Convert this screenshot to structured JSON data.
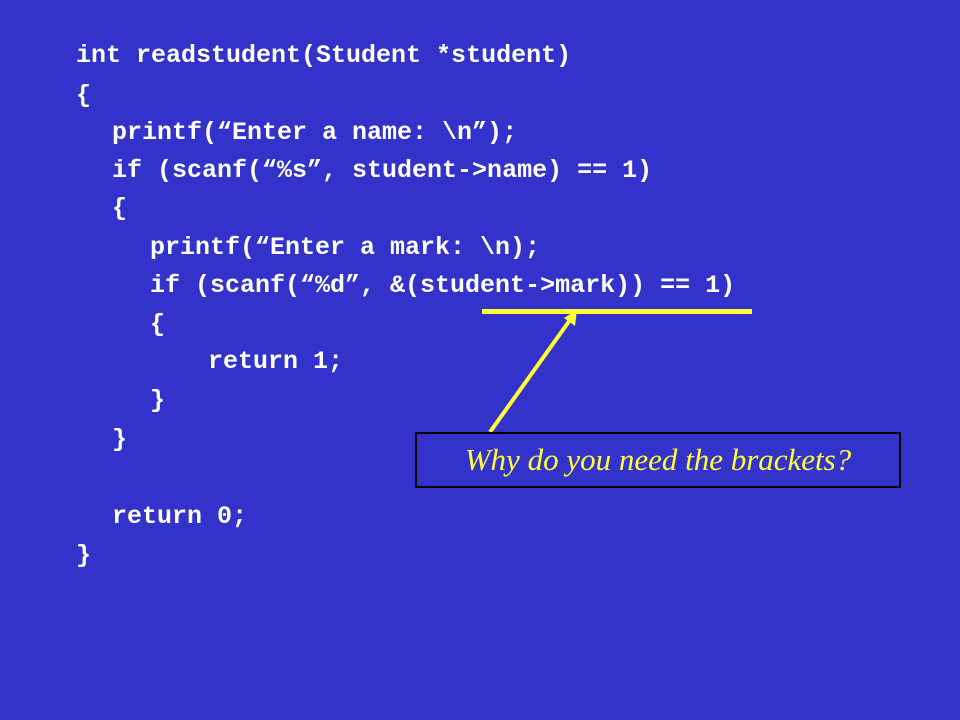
{
  "code": {
    "lines": [
      "int readstudent(Student *student)",
      "{",
      "printf(“Enter a name: \\n”);",
      "if (scanf(“%s”, student->name) == 1)",
      "{",
      "printf(“Enter a mark: \\n);",
      "if (scanf(“%d”, &(student->mark)) == 1)",
      "{",
      "return 1;",
      "}",
      "}",
      "return 0;",
      "}"
    ]
  },
  "callout": {
    "text": "Why do you need the brackets?"
  },
  "colors": {
    "background": "#3333cc",
    "code_text": "#ffffff",
    "highlight": "#ffff33",
    "callout_border": "#000000"
  }
}
